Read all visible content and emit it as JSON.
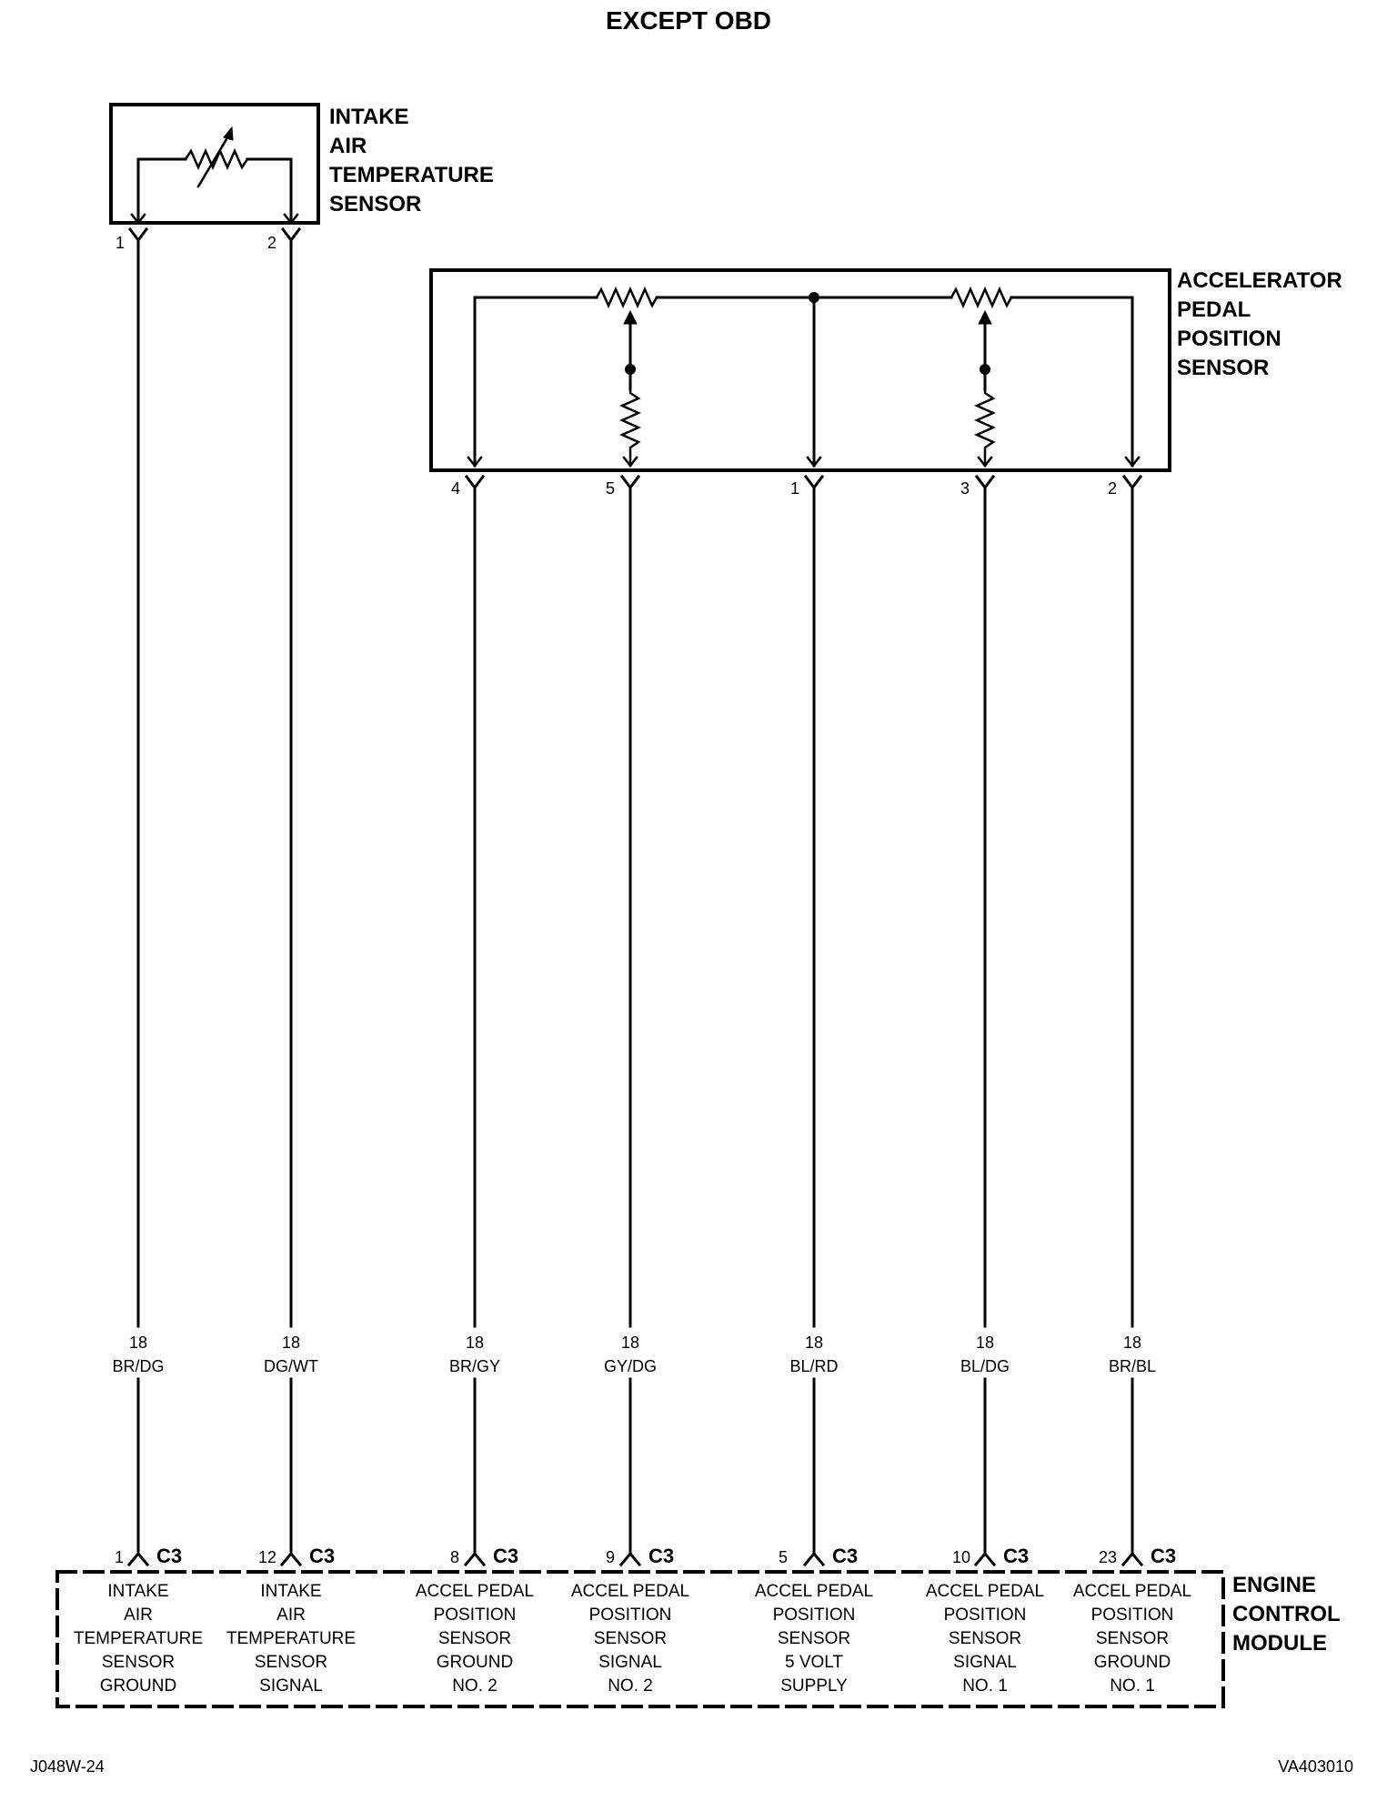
{
  "title": "EXCEPT OBD",
  "iat_sensor": {
    "label_lines": [
      "INTAKE",
      "AIR",
      "TEMPERATURE",
      "SENSOR"
    ],
    "pins": [
      "1",
      "2"
    ]
  },
  "app_sensor": {
    "label_lines": [
      "ACCELERATOR",
      "PEDAL",
      "POSITION",
      "SENSOR"
    ],
    "pins": [
      "4",
      "5",
      "1",
      "3",
      "2"
    ]
  },
  "ecm": {
    "label_lines": [
      "ENGINE",
      "CONTROL",
      "MODULE"
    ],
    "connectors": [
      {
        "pin": "1",
        "connector": "C3",
        "gauge": "18",
        "color": "BR/DG",
        "desc": [
          "INTAKE",
          "AIR",
          "TEMPERATURE",
          "SENSOR",
          "GROUND"
        ]
      },
      {
        "pin": "12",
        "connector": "C3",
        "gauge": "18",
        "color": "DG/WT",
        "desc": [
          "INTAKE",
          "AIR",
          "TEMPERATURE",
          "SENSOR",
          "SIGNAL"
        ]
      },
      {
        "pin": "8",
        "connector": "C3",
        "gauge": "18",
        "color": "BR/GY",
        "desc": [
          "ACCEL PEDAL",
          "POSITION",
          "SENSOR",
          "GROUND",
          "NO. 2"
        ]
      },
      {
        "pin": "9",
        "connector": "C3",
        "gauge": "18",
        "color": "GY/DG",
        "desc": [
          "ACCEL PEDAL",
          "POSITION",
          "SENSOR",
          "SIGNAL",
          "NO. 2"
        ]
      },
      {
        "pin": "5",
        "connector": "C3",
        "gauge": "18",
        "color": "BL/RD",
        "desc": [
          "ACCEL PEDAL",
          "POSITION",
          "SENSOR",
          "5 VOLT",
          "SUPPLY"
        ]
      },
      {
        "pin": "10",
        "connector": "C3",
        "gauge": "18",
        "color": "BL/DG",
        "desc": [
          "ACCEL PEDAL",
          "POSITION",
          "SENSOR",
          "SIGNAL",
          "NO. 1"
        ]
      },
      {
        "pin": "23",
        "connector": "C3",
        "gauge": "18",
        "color": "BR/BL",
        "desc": [
          "ACCEL PEDAL",
          "POSITION",
          "SENSOR",
          "GROUND",
          "NO. 1"
        ]
      }
    ]
  },
  "footer": {
    "left_code": "J048W-24",
    "right_code": "VA403010"
  }
}
